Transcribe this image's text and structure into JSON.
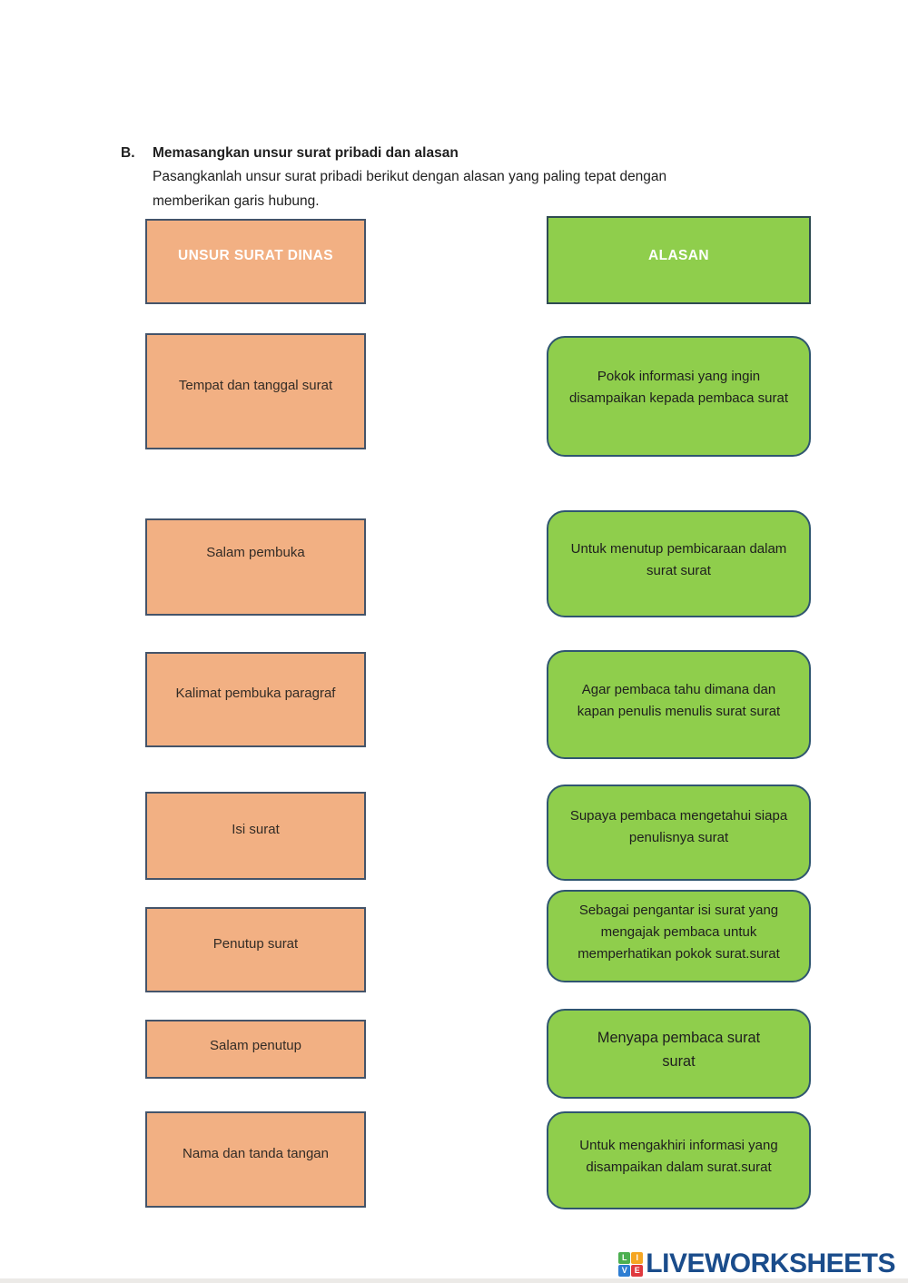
{
  "heading": {
    "section_label": "B.",
    "section_title": "Memasangkan unsur surat pribadi dan alasan",
    "instructions": "Pasangkanlah unsur surat pribadi berikut dengan alasan yang paling tepat dengan memberikan garis hubung."
  },
  "left_column": {
    "header": "UNSUR SURAT DINAS",
    "items": [
      "Tempat dan tanggal surat",
      "Salam pembuka",
      "Kalimat pembuka paragraf",
      "Isi surat",
      "Penutup surat",
      "Salam penutup",
      "Nama dan tanda tangan"
    ]
  },
  "right_column": {
    "header": "ALASAN",
    "items": [
      "Pokok informasi yang ingin\ndisampaikan kepada pembaca surat",
      "Untuk menutup pembicaraan dalam\nsurat surat",
      "Agar pembaca tahu dimana dan\nkapan penulis menulis surat surat",
      "Supaya pembaca mengetahui siapa\npenulisnya surat",
      "Sebagai pengantar isi surat yang\nmengajak pembaca untuk\nmemperhatikan pokok surat.surat",
      "Menyapa pembaca surat\nsurat",
      "Untuk mengakhiri informasi yang\ndisampaikan dalam surat.surat"
    ]
  },
  "footer": {
    "brand": "LIVEWORKSHEETS",
    "logo_letters": [
      "L",
      "I",
      "V",
      "E"
    ]
  },
  "colors": {
    "orange_box_fill": "#F2B083",
    "orange_box_border": "#44546A",
    "green_box_fill": "#8FCE4C",
    "green_box_border": "#2F5570",
    "header_text": "#FFFFFF",
    "brand_navy": "#1A4C8B",
    "logo_green": "#4CAF50",
    "logo_orange": "#F5A623",
    "logo_blue": "#2D7DD2",
    "logo_red": "#E0393E"
  }
}
